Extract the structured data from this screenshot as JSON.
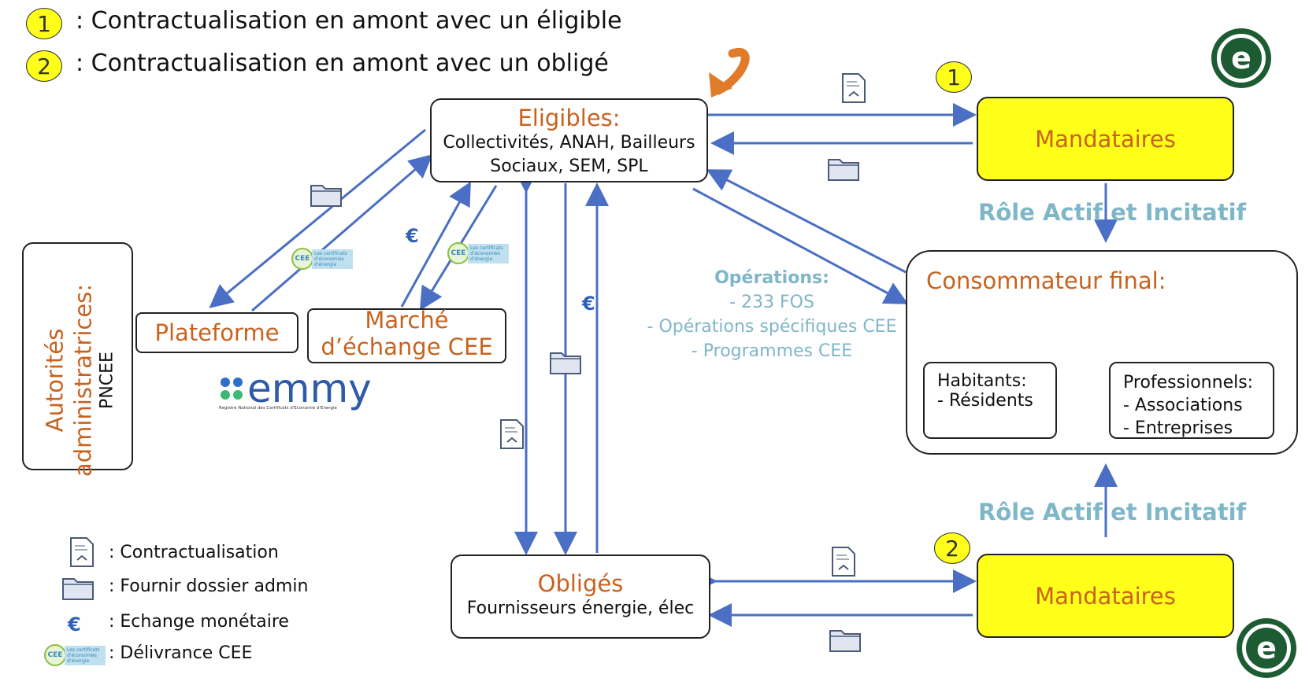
{
  "legend_top": [
    {
      "num": "1",
      "text": ": Contractualisation en amont avec un éligible"
    },
    {
      "num": "2",
      "text": ": Contractualisation en amont avec un obligé"
    }
  ],
  "eligibles": {
    "title": "Eligibles:",
    "line1": "Collectivités, ANAH, Bailleurs",
    "line2": "Sociaux, SEM, SPL"
  },
  "mandataires_top": {
    "label": "Mandataires",
    "num": "1"
  },
  "mandataires_bottom": {
    "label": "Mandataires",
    "num": "2"
  },
  "role_top": "Rôle Actif et Incitatif",
  "role_bottom": "Rôle Actif et Incitatif",
  "consommateur": {
    "title": "Consommateur final:",
    "habitants": {
      "line1": "Habitants:",
      "line2": "- Résidents"
    },
    "professionnels": {
      "line1": "Professionnels:",
      "line2": "- Associations",
      "line3": "- Entreprises"
    }
  },
  "operations": {
    "title": "Opérations:",
    "l1": "- 233 FOS",
    "l2": "- Opérations spécifiques CEE",
    "l3": "- Programmes CEE"
  },
  "autorites": {
    "title": "Autorités administratrices:",
    "sub": "PNCEE"
  },
  "plateforme": "Plateforme",
  "marche": {
    "line1": "Marché",
    "line2": "d’échange CEE"
  },
  "emmy": {
    "word": "emmy",
    "sub": "Registre National des Certificats d'Economie d'Energie"
  },
  "obliges": {
    "title": "Obligés",
    "sub": "Fournisseurs énergie, élec"
  },
  "cee_badge": {
    "c": "CEE",
    "t": "Les certificats d'économies d'énergie"
  },
  "euro_symbol": "€",
  "logo_letter": "e",
  "legend_bottom": [
    {
      "icon": "contract-icon",
      "text": ": Contractualisation"
    },
    {
      "icon": "folder-icon",
      "text": ": Fournir dossier admin"
    },
    {
      "icon": "euro-icon",
      "text": ": Echange monétaire"
    },
    {
      "icon": "cee-icon",
      "text": ": Délivrance CEE"
    }
  ],
  "colors": {
    "orange": "#c8621f",
    "yellow": "#ffff1a",
    "arrow": "#4a6fc4",
    "teal": "#7fb6c8",
    "logo": "#1d5c33"
  }
}
